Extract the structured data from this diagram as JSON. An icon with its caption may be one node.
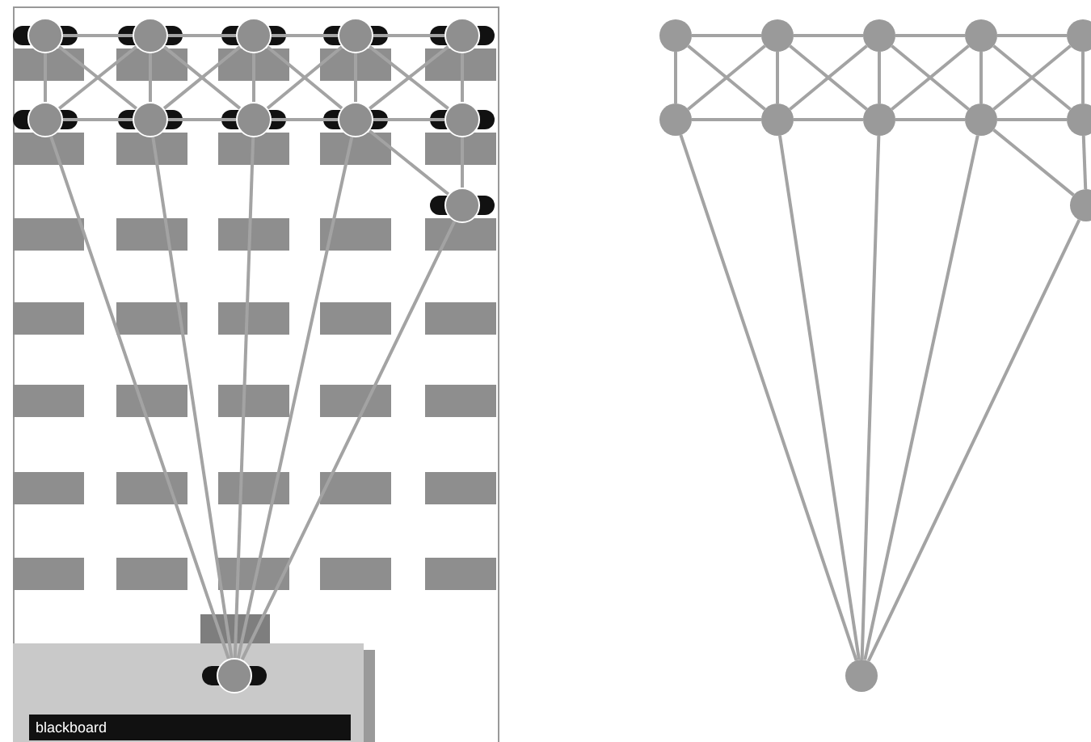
{
  "diagram": {
    "nodes": [
      {
        "text": [],
        "shape": "person"
      },
      {
        "text": [],
        "shape": "person"
      },
      {
        "text": [],
        "shape": "person"
      },
      {
        "text": [],
        "shape": "person"
      },
      {
        "text": [],
        "shape": "person"
      },
      {
        "text": [],
        "shape": "person"
      },
      {
        "text": [],
        "shape": "person"
      },
      {
        "text": [],
        "shape": "person"
      },
      {
        "text": [],
        "shape": "person"
      },
      {
        "text": [],
        "shape": "person"
      },
      {
        "text": [],
        "shape": "person"
      },
      {
        "text": [],
        "shape": "person"
      },
      {
        "text": [
          "blackboard"
        ]
      },
      {
        "text": [],
        "shape": "circle"
      },
      {
        "text": [],
        "shape": "circle"
      },
      {
        "text": [],
        "shape": "circle"
      },
      {
        "text": [],
        "shape": "circle"
      },
      {
        "text": [],
        "shape": "circle"
      },
      {
        "text": [],
        "shape": "circle"
      },
      {
        "text": [],
        "shape": "circle"
      },
      {
        "text": [],
        "shape": "circle"
      },
      {
        "text": [],
        "shape": "circle"
      },
      {
        "text": [],
        "shape": "circle"
      },
      {
        "text": [],
        "shape": "circle"
      },
      {
        "text": [],
        "shape": "circle"
      }
    ],
    "edges": [
      {
        "from": 0,
        "to": 1,
        "arrow": "none"
      },
      {
        "from": 1,
        "to": 2,
        "arrow": "none"
      },
      {
        "from": 2,
        "to": 3,
        "arrow": "none"
      },
      {
        "from": 3,
        "to": 4,
        "arrow": "none"
      },
      {
        "from": 5,
        "to": 6,
        "arrow": "none"
      },
      {
        "from": 6,
        "to": 7,
        "arrow": "none"
      },
      {
        "from": 7,
        "to": 8,
        "arrow": "none"
      },
      {
        "from": 8,
        "to": 9,
        "arrow": "none"
      },
      {
        "from": 0,
        "to": 5,
        "arrow": "none"
      },
      {
        "from": 1,
        "to": 6,
        "arrow": "none"
      },
      {
        "from": 2,
        "to": 7,
        "arrow": "none"
      },
      {
        "from": 3,
        "to": 8,
        "arrow": "none"
      },
      {
        "from": 4,
        "to": 9,
        "arrow": "none"
      },
      {
        "from": 0,
        "to": 6,
        "arrow": "none"
      },
      {
        "from": 5,
        "to": 1,
        "arrow": "none"
      },
      {
        "from": 1,
        "to": 7,
        "arrow": "none"
      },
      {
        "from": 6,
        "to": 2,
        "arrow": "none"
      },
      {
        "from": 2,
        "to": 8,
        "arrow": "none"
      },
      {
        "from": 7,
        "to": 3,
        "arrow": "none"
      },
      {
        "from": 3,
        "to": 9,
        "arrow": "none"
      },
      {
        "from": 8,
        "to": 4,
        "arrow": "none"
      },
      {
        "from": 8,
        "to": 10,
        "arrow": "none"
      },
      {
        "from": 9,
        "to": 10,
        "arrow": "none"
      },
      {
        "from": 11,
        "to": 5,
        "arrow": "none"
      },
      {
        "from": 11,
        "to": 6,
        "arrow": "none"
      },
      {
        "from": 11,
        "to": 7,
        "arrow": "none"
      },
      {
        "from": 11,
        "to": 8,
        "arrow": "none"
      },
      {
        "from": 11,
        "to": 10,
        "arrow": "none"
      },
      {
        "from": 13,
        "to": 14,
        "arrow": "none"
      },
      {
        "from": 14,
        "to": 15,
        "arrow": "none"
      },
      {
        "from": 15,
        "to": 16,
        "arrow": "none"
      },
      {
        "from": 16,
        "to": 17,
        "arrow": "none"
      },
      {
        "from": 18,
        "to": 19,
        "arrow": "none"
      },
      {
        "from": 19,
        "to": 20,
        "arrow": "none"
      },
      {
        "from": 20,
        "to": 21,
        "arrow": "none"
      },
      {
        "from": 21,
        "to": 22,
        "arrow": "none"
      },
      {
        "from": 13,
        "to": 18,
        "arrow": "none"
      },
      {
        "from": 14,
        "to": 19,
        "arrow": "none"
      },
      {
        "from": 15,
        "to": 20,
        "arrow": "none"
      },
      {
        "from": 16,
        "to": 21,
        "arrow": "none"
      },
      {
        "from": 17,
        "to": 22,
        "arrow": "none"
      },
      {
        "from": 13,
        "to": 19,
        "arrow": "none"
      },
      {
        "from": 18,
        "to": 14,
        "arrow": "none"
      },
      {
        "from": 14,
        "to": 20,
        "arrow": "none"
      },
      {
        "from": 19,
        "to": 15,
        "arrow": "none"
      },
      {
        "from": 15,
        "to": 21,
        "arrow": "none"
      },
      {
        "from": 20,
        "to": 16,
        "arrow": "none"
      },
      {
        "from": 16,
        "to": 22,
        "arrow": "none"
      },
      {
        "from": 21,
        "to": 17,
        "arrow": "none"
      },
      {
        "from": 21,
        "to": 23,
        "arrow": "none"
      },
      {
        "from": 22,
        "to": 23,
        "arrow": "none"
      },
      {
        "from": 24,
        "to": 18,
        "arrow": "none"
      },
      {
        "from": 24,
        "to": 19,
        "arrow": "none"
      },
      {
        "from": 24,
        "to": 20,
        "arrow": "none"
      },
      {
        "from": 24,
        "to": 21,
        "arrow": "none"
      },
      {
        "from": 24,
        "to": 23,
        "arrow": "none"
      }
    ]
  }
}
